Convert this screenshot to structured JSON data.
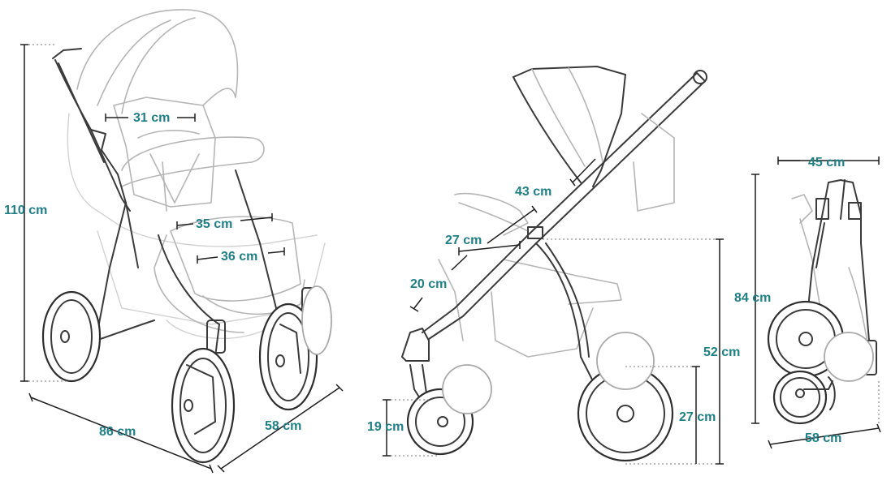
{
  "views": {
    "front": {
      "height": "110 cm",
      "length": "86 cm",
      "width": "58 cm",
      "seat_back_width": "31 cm",
      "seat_width": "35 cm",
      "seat_depth": "36 cm"
    },
    "side": {
      "backrest": "43 cm",
      "seat_depth": "27 cm",
      "footrest": "20 cm",
      "seat_height": "52 cm",
      "rear_wheel": "27 cm",
      "front_wheel": "19 cm"
    },
    "folded": {
      "width": "45 cm",
      "height": "84 cm",
      "depth": "58 cm"
    }
  },
  "colors": {
    "label": "#1f7f86",
    "line": "#3a3a3a"
  }
}
